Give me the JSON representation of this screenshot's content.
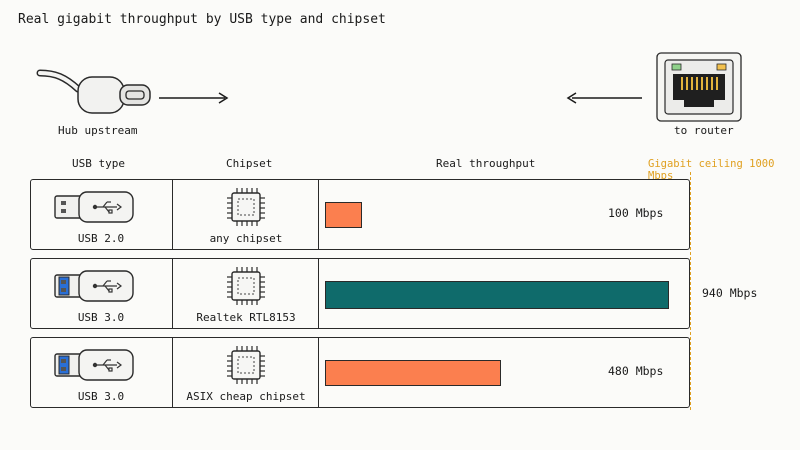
{
  "title": "Real gigabit throughput by USB type and chipset",
  "hub_label": "Hub upstream",
  "router_label": "to router",
  "headers": {
    "usb_type": "USB type",
    "chipset": "Chipset",
    "throughput": "Real throughput"
  },
  "ceiling_label": "Gigabit ceiling 1000 Mbps",
  "max_mbps": 1000,
  "rows": [
    {
      "usb": "USB 2.0",
      "chipset": "any chipset",
      "mbps": 100,
      "value": "100 Mbps",
      "color": "#fb7f4f",
      "connector": "usb2"
    },
    {
      "usb": "USB 3.0",
      "chipset": "Realtek RTL8153",
      "mbps": 940,
      "value": "940 Mbps",
      "color": "#0f6b6b",
      "connector": "usb3"
    },
    {
      "usb": "USB 3.0",
      "chipset": "ASIX cheap chipset",
      "mbps": 480,
      "value": "480 Mbps",
      "color": "#fb7f4f",
      "connector": "usb3"
    }
  ],
  "colors": {
    "ceiling": "#e0a020",
    "usb3_blue": "#2a6fd6"
  }
}
